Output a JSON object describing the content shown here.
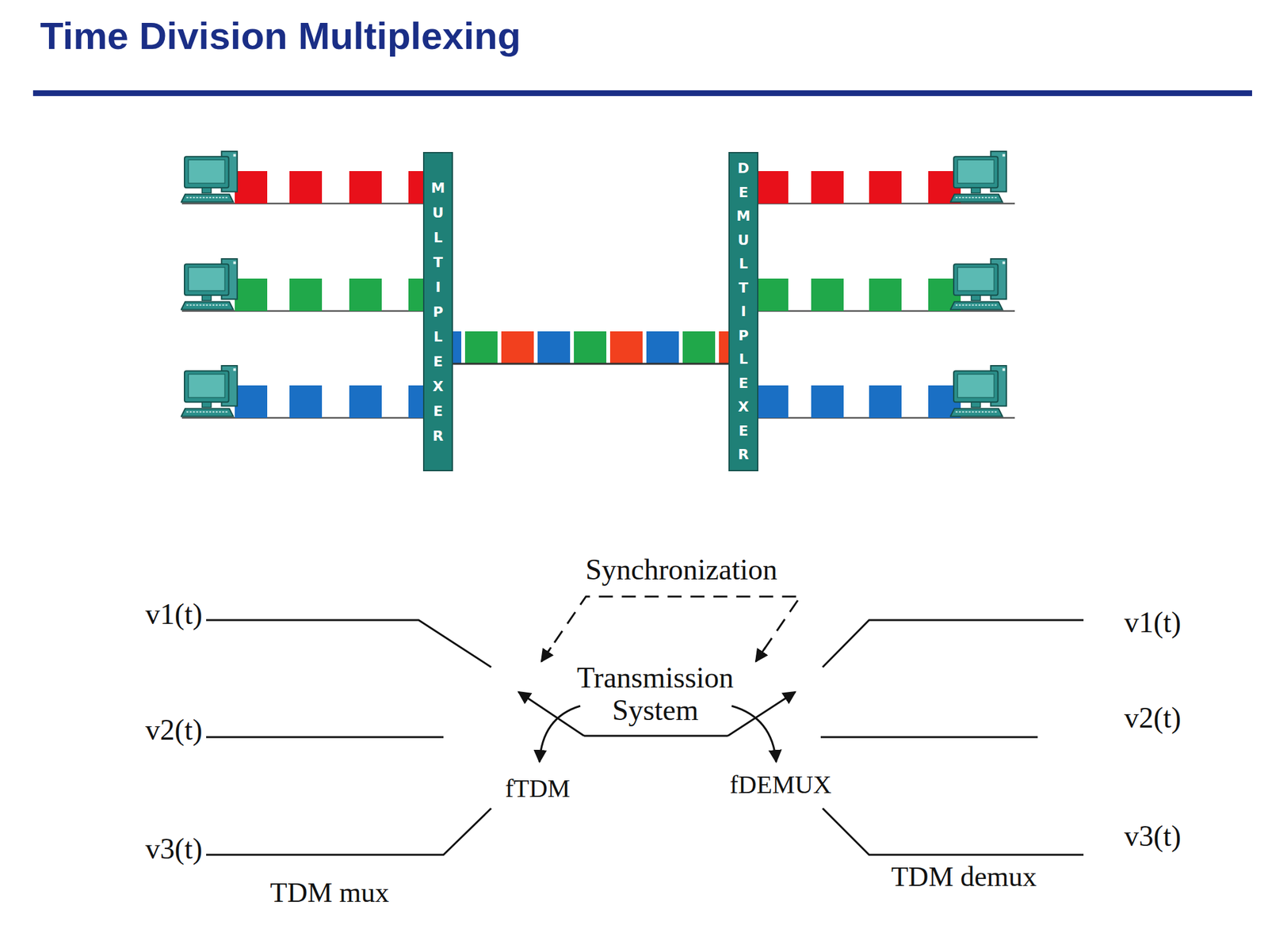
{
  "diagram": {
    "title": "Time Division Multiplexing",
    "nodes": [
      {
        "text": [
          "MULTIPLEXER"
        ]
      },
      {
        "text": [
          "DEMULTIPLEXER"
        ]
      }
    ],
    "edges": [
      {
        "from": 0,
        "to": 1,
        "arrow": "none"
      }
    ],
    "labels": [
      "v1(t)",
      "v2(t)",
      "v3(t)",
      "TDM mux",
      "Synchronization",
      "Transmission System",
      "fTDM",
      "fDEMUX",
      "v1(t)",
      "v2(t)",
      "v3(t)",
      "TDM demux"
    ]
  }
}
